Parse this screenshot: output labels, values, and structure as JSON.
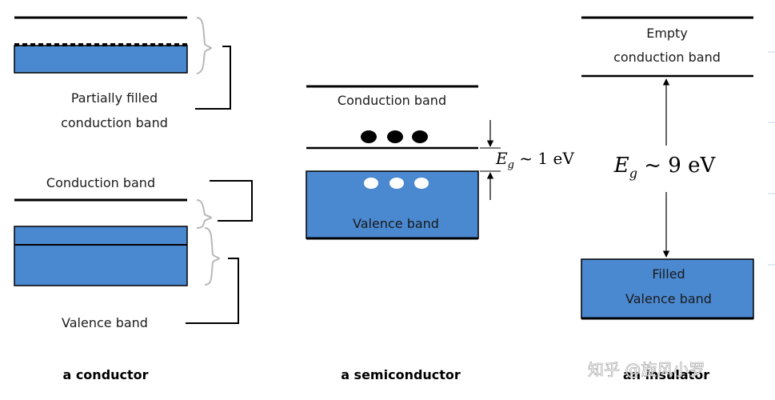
{
  "colors": {
    "band_fill": "#4a89d0",
    "line": "#000000",
    "bracket": "#b8b8b8",
    "bracket_dark": "#000000"
  },
  "conductor": {
    "label_partial_line1": "Partially filled",
    "label_partial_line2": "conduction band",
    "label_conduction": "Conduction band",
    "label_valence": "Valence band",
    "caption": "a conductor"
  },
  "semiconductor": {
    "label_conduction": "Conduction band",
    "label_valence": "Valence band",
    "gap_symbol": "E",
    "gap_subscript": "g",
    "gap_value": " ~ 1 eV",
    "caption": "a semiconductor",
    "electrons": 3,
    "holes": 3
  },
  "insulator": {
    "label_empty_line1": "Empty",
    "label_empty_line2": "conduction band",
    "gap_symbol": "E",
    "gap_subscript": "g",
    "gap_value": " ~ 9 eV",
    "label_filled_line1": "Filled",
    "label_filled_line2": "Valence band",
    "caption": "an insulator"
  },
  "watermark": "知乎 @旋风小罗"
}
